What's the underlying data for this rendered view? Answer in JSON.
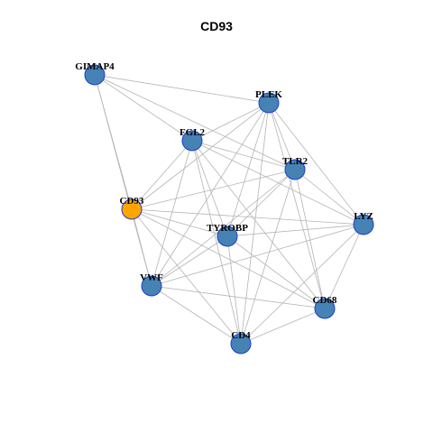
{
  "title": "CD93",
  "colors": {
    "node_default": "#4682b4",
    "node_highlight": "#ffa500",
    "node_stroke": "#1f3fcc",
    "edge": "#b4b4b4"
  },
  "nodes": [
    {
      "id": "GIMAP4",
      "label": "GIMAP4",
      "highlight": false
    },
    {
      "id": "PLEK",
      "label": "PLEK",
      "highlight": false
    },
    {
      "id": "FGL2",
      "label": "FGL2",
      "highlight": false
    },
    {
      "id": "TLR2",
      "label": "TLR2",
      "highlight": false
    },
    {
      "id": "CD93",
      "label": "CD93",
      "highlight": true
    },
    {
      "id": "TYROBP",
      "label": "TYROBP",
      "highlight": false
    },
    {
      "id": "LYZ",
      "label": "LYZ",
      "highlight": false
    },
    {
      "id": "VWF",
      "label": "VWF",
      "highlight": false
    },
    {
      "id": "CD68",
      "label": "CD68",
      "highlight": false
    },
    {
      "id": "CD4",
      "label": "CD4",
      "highlight": false
    }
  ],
  "edges": [
    [
      "GIMAP4",
      "PLEK"
    ],
    [
      "GIMAP4",
      "FGL2"
    ],
    [
      "GIMAP4",
      "TLR2"
    ],
    [
      "GIMAP4",
      "CD93"
    ],
    [
      "GIMAP4",
      "VWF"
    ],
    [
      "PLEK",
      "FGL2"
    ],
    [
      "PLEK",
      "TLR2"
    ],
    [
      "PLEK",
      "CD93"
    ],
    [
      "PLEK",
      "TYROBP"
    ],
    [
      "PLEK",
      "LYZ"
    ],
    [
      "PLEK",
      "VWF"
    ],
    [
      "PLEK",
      "CD68"
    ],
    [
      "PLEK",
      "CD4"
    ],
    [
      "FGL2",
      "TLR2"
    ],
    [
      "FGL2",
      "CD93"
    ],
    [
      "FGL2",
      "TYROBP"
    ],
    [
      "FGL2",
      "LYZ"
    ],
    [
      "FGL2",
      "VWF"
    ],
    [
      "FGL2",
      "CD68"
    ],
    [
      "FGL2",
      "CD4"
    ],
    [
      "TLR2",
      "CD93"
    ],
    [
      "TLR2",
      "TYROBP"
    ],
    [
      "TLR2",
      "LYZ"
    ],
    [
      "TLR2",
      "VWF"
    ],
    [
      "TLR2",
      "CD68"
    ],
    [
      "TLR2",
      "CD4"
    ],
    [
      "CD93",
      "TYROBP"
    ],
    [
      "CD93",
      "LYZ"
    ],
    [
      "CD93",
      "VWF"
    ],
    [
      "CD93",
      "CD68"
    ],
    [
      "CD93",
      "CD4"
    ],
    [
      "TYROBP",
      "LYZ"
    ],
    [
      "TYROBP",
      "VWF"
    ],
    [
      "TYROBP",
      "CD68"
    ],
    [
      "TYROBP",
      "CD4"
    ],
    [
      "LYZ",
      "VWF"
    ],
    [
      "LYZ",
      "CD68"
    ],
    [
      "LYZ",
      "CD4"
    ],
    [
      "VWF",
      "CD68"
    ],
    [
      "VWF",
      "CD4"
    ],
    [
      "CD68",
      "CD4"
    ]
  ]
}
